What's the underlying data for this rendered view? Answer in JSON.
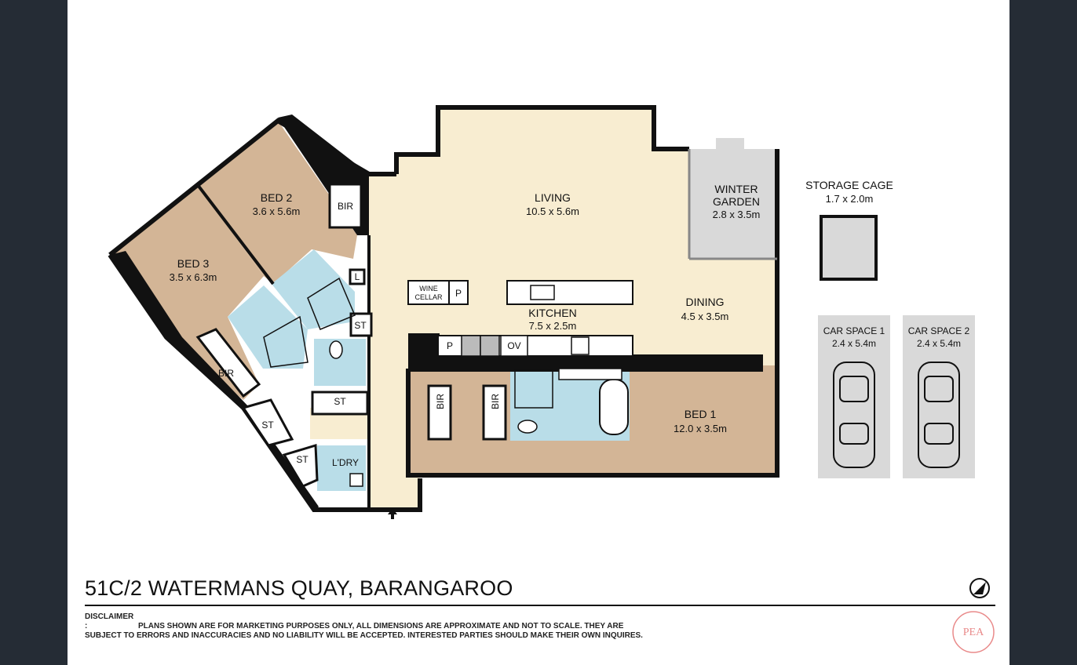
{
  "rooms": {
    "living": {
      "name": "LIVING",
      "dims": "10.5 x 5.6m"
    },
    "winter_garden": {
      "name_line1": "WINTER",
      "name_line2": "GARDEN",
      "dims": "2.8 x 3.5m"
    },
    "bed2": {
      "name": "BED 2",
      "dims": "3.6 x 5.6m"
    },
    "bed3": {
      "name": "BED 3",
      "dims": "3.5 x 6.3m"
    },
    "kitchen": {
      "name": "KITCHEN",
      "dims": "7.5 x 2.5m"
    },
    "dining": {
      "name": "DINING",
      "dims": "4.5 x 3.5m"
    },
    "bed1": {
      "name": "BED 1",
      "dims": "12.0 x 3.5m"
    },
    "laundry": {
      "name": "L'DRY"
    }
  },
  "fixtures": {
    "bir": "BIR",
    "st": "ST",
    "linen": "L",
    "pantry": "P",
    "oven": "OV",
    "wine_cellar_line1": "WINE",
    "wine_cellar_line2": "CELLAR"
  },
  "storage_cage": {
    "name": "STORAGE CAGE",
    "dims": "1.7 x 2.0m"
  },
  "car_spaces": [
    {
      "name": "CAR SPACE 1",
      "dims": "2.4 x 5.4m"
    },
    {
      "name": "CAR SPACE 2",
      "dims": "2.4 x 5.4m"
    }
  ],
  "title": "51C/2 WATERMANS QUAY, BARANGAROO",
  "disclaimer": {
    "heading": "DISCLAIMER :",
    "line1": "PLANS SHOWN ARE FOR MARKETING PURPOSES ONLY,  ALL DIMENSIONS ARE APPROXIMATE AND NOT TO SCALE.  THEY ARE",
    "line2": "SUBJECT TO ERRORS AND INACCURACIES AND NO LIABILITY WILL BE ACCEPTED. INTERESTED PARTIES SHOULD MAKE THEIR OWN INQUIRES."
  },
  "logo_text": "PEA",
  "colors": {
    "background": "#252c35",
    "living_floor": "#f8edd1",
    "bedroom_floor": "#d3b596",
    "wet_area": "#b9dde8",
    "outdoor": "#d9d9d9",
    "wall": "#111111",
    "logo": "#e98a8a"
  }
}
